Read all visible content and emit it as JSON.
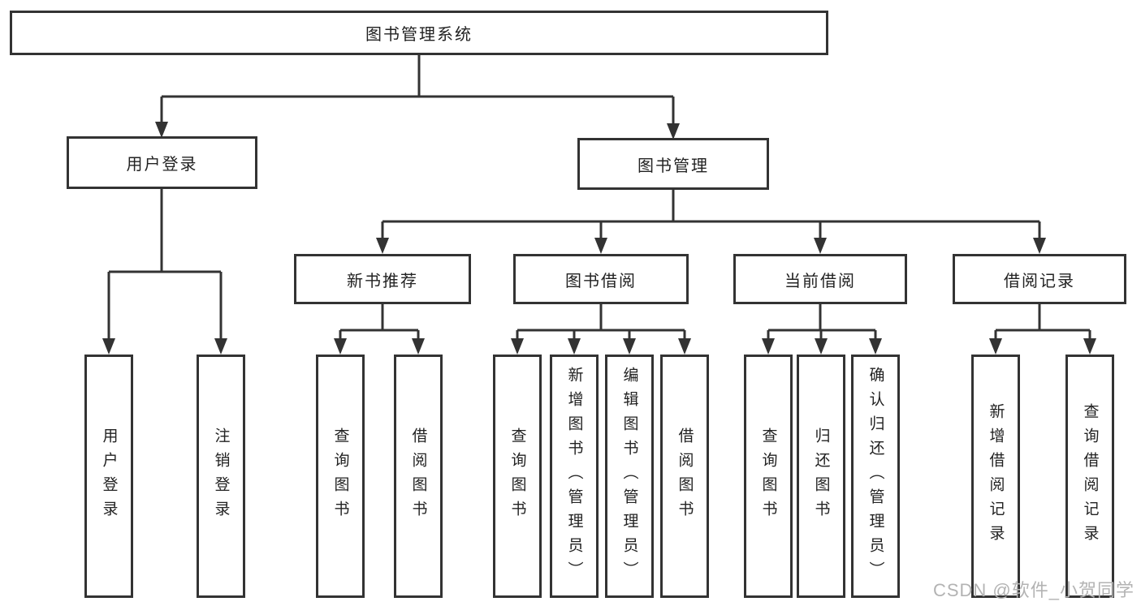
{
  "tree": {
    "root": {
      "label": "图书管理系统",
      "children": [
        {
          "label": "用户登录",
          "children": [
            {
              "label": "用户登录"
            },
            {
              "label": "注销登录"
            }
          ]
        },
        {
          "label": "图书管理",
          "children": [
            {
              "label": "新书推荐",
              "children": [
                {
                  "label": "查询图书"
                },
                {
                  "label": "借阅图书"
                }
              ]
            },
            {
              "label": "图书借阅",
              "children": [
                {
                  "label": "查询图书"
                },
                {
                  "label": "新增图书（管理员）"
                },
                {
                  "label": "编辑图书（管理员）"
                },
                {
                  "label": "借阅图书"
                }
              ]
            },
            {
              "label": "当前借阅",
              "children": [
                {
                  "label": "查询图书"
                },
                {
                  "label": "归还图书"
                },
                {
                  "label": "确认归还（管理员）"
                }
              ]
            },
            {
              "label": "借阅记录",
              "children": [
                {
                  "label": "新增借阅记录"
                },
                {
                  "label": "查询借阅记录"
                }
              ]
            }
          ]
        }
      ]
    }
  },
  "watermark": {
    "text": "CSDN @软件_小贺同学"
  },
  "colors": {
    "line": "#333333",
    "box_border": "#333333",
    "text": "#222222",
    "watermark": "#b3b3b3",
    "background": "#ffffff"
  }
}
